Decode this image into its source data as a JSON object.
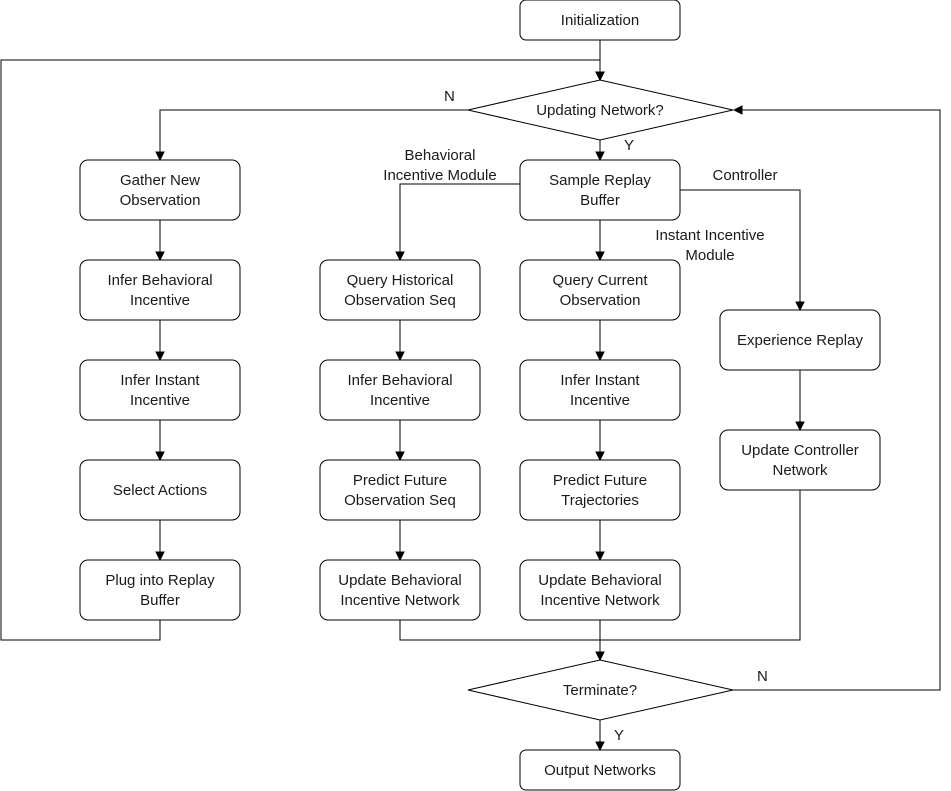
{
  "nodes": {
    "init": "Initialization",
    "updating": "Updating Network?",
    "gather": [
      "Gather New",
      "Observation"
    ],
    "infer_beh_l": [
      "Infer Behavioral",
      "Incentive"
    ],
    "infer_inst_l": [
      "Infer Instant",
      "Incentive"
    ],
    "select": "Select Actions",
    "plug": [
      "Plug into Replay",
      "Buffer"
    ],
    "sample": [
      "Sample Replay",
      "Buffer"
    ],
    "query_hist": [
      "Query Historical",
      "Observation Seq"
    ],
    "infer_beh_m": [
      "Infer Behavioral",
      "Incentive"
    ],
    "predict_obs": [
      "Predict Future",
      "Observation Seq"
    ],
    "update_beh_m": [
      "Update Behavioral",
      "Incentive Network"
    ],
    "query_curr": [
      "Query Current",
      "Observation"
    ],
    "infer_inst_m": [
      "Infer Instant",
      "Incentive"
    ],
    "predict_traj": [
      "Predict Future",
      "Trajectories"
    ],
    "update_beh_r": [
      "Update Behavioral",
      "Incentive Network"
    ],
    "exp_replay": "Experience Replay",
    "update_ctrl": [
      "Update Controller",
      "Network"
    ],
    "terminate": "Terminate?",
    "output": "Output Networks"
  },
  "labels": {
    "n_top": "N",
    "y_top": "Y",
    "behavioral_module": [
      "Behavioral",
      "Incentive Module"
    ],
    "instant_module": [
      "Instant Incentive",
      "Module"
    ],
    "controller": "Controller",
    "n_bottom": "N",
    "y_bottom": "Y"
  }
}
